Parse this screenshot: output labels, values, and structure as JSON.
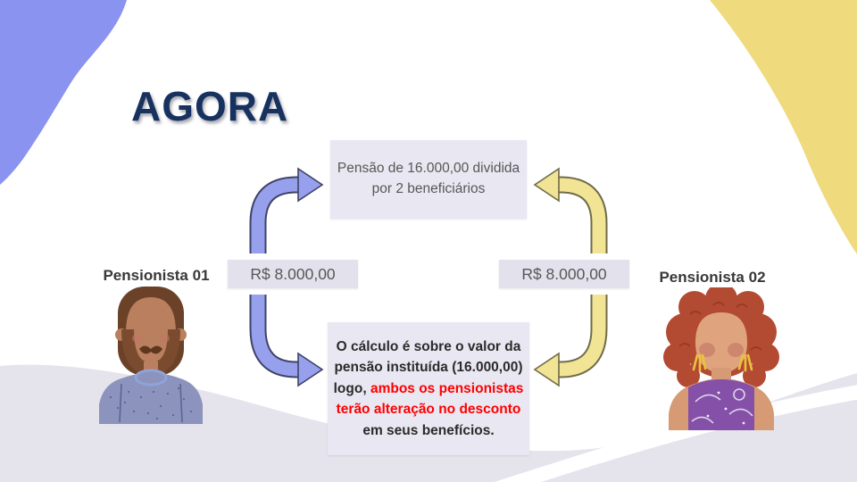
{
  "slide": {
    "title": "AGORA"
  },
  "top_box": {
    "text": "Pensão de 16.000,00 dividida por 2 beneficiários"
  },
  "left": {
    "label": "Pensionista 01",
    "value": "R$ 8.000,00"
  },
  "right": {
    "label": "Pensionista 02",
    "value": "R$ 8.000,00"
  },
  "bottom_box": {
    "part1": "O cálculo é sobre o valor da pensão instituída (16.000,00) logo, ",
    "part2_red": "ambos os pensionistas terão alteração no desconto",
    "part3": " em seus benefícios."
  },
  "colors": {
    "blob-purple": "#8A93EF",
    "blob-yellow": "#EFDA7E",
    "wave-gray": "#E5E4ED",
    "box-bg": "#E9E7F1",
    "value-box-bg": "#E3E1EC",
    "arrow-blue": "#97A0EC",
    "arrow-blue-outline": "#3E4366",
    "arrow-yellow": "#F2E495",
    "arrow-yellow-outline": "#6F6B49",
    "title-navy": "#17325F",
    "text-red": "#FF0000"
  }
}
